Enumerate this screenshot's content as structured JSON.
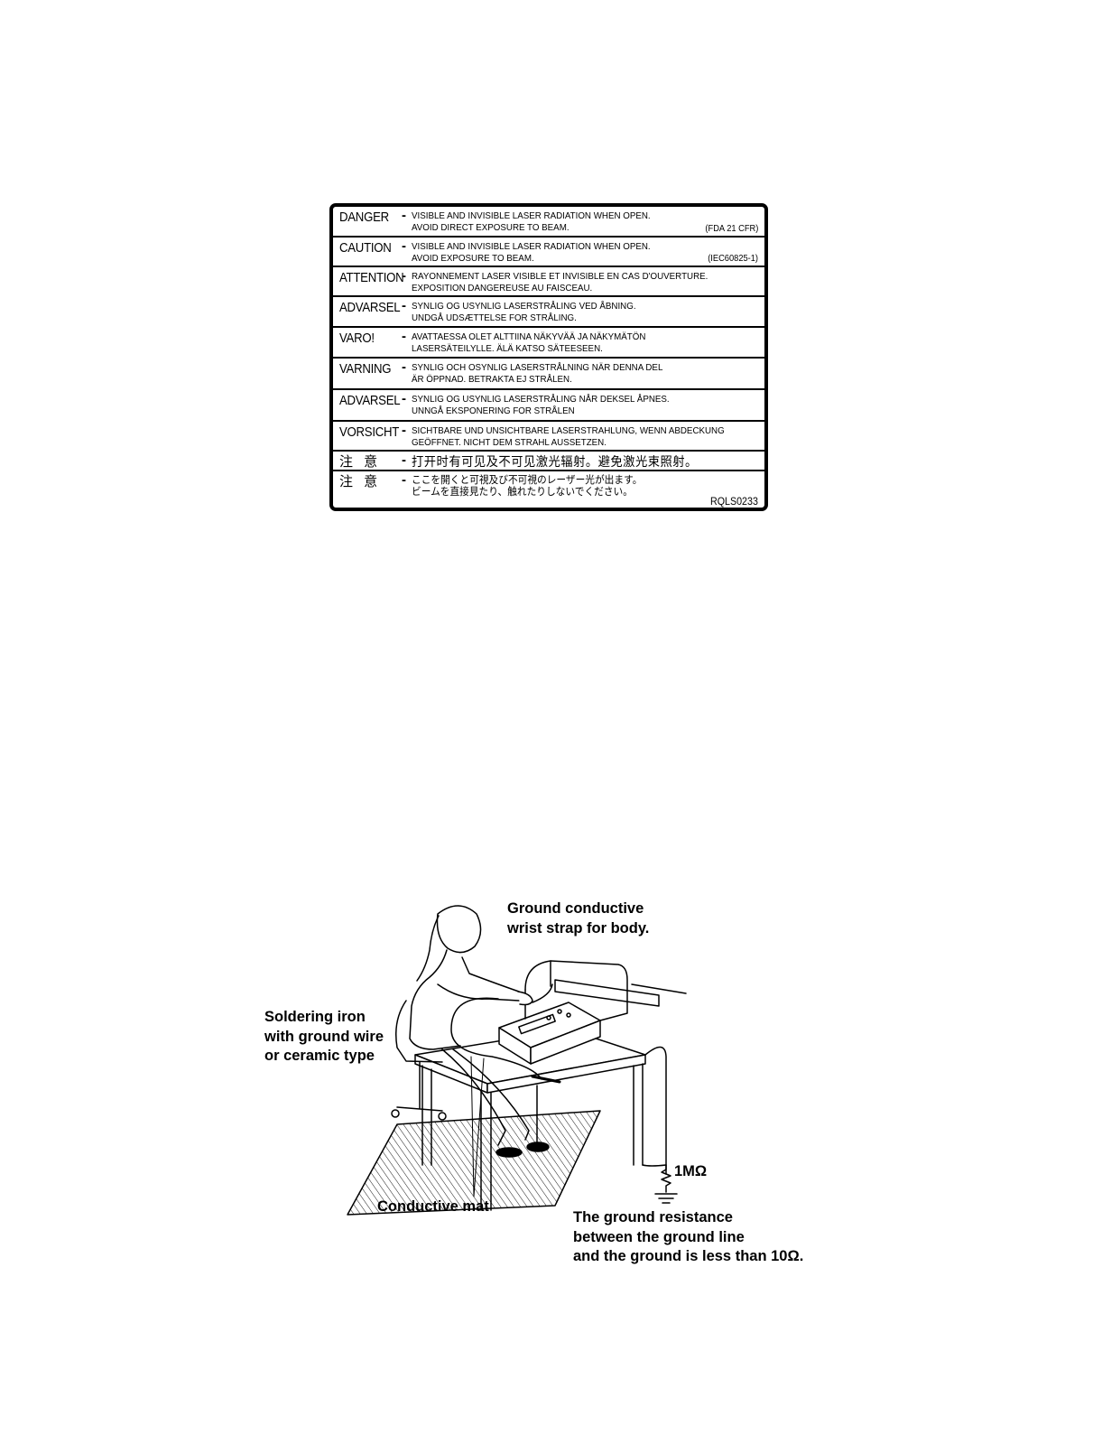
{
  "laser_label": {
    "rows": [
      {
        "keyword": "DANGER",
        "lines": [
          "VISIBLE AND INVISIBLE LASER RADIATION WHEN OPEN.",
          "AVOID DIRECT EXPOSURE TO BEAM."
        ],
        "ref": "(FDA 21 CFR)"
      },
      {
        "keyword": "CAUTION",
        "lines": [
          "VISIBLE AND INVISIBLE LASER RADIATION WHEN OPEN.",
          "AVOID EXPOSURE TO BEAM."
        ],
        "ref": "(IEC60825-1)"
      },
      {
        "keyword": "ATTENTION",
        "lines": [
          "RAYONNEMENT LASER VISIBLE ET INVISIBLE EN CAS D'OUVERTURE.",
          "EXPOSITION DANGEREUSE AU FAISCEAU."
        ],
        "ref": ""
      },
      {
        "keyword": "ADVARSEL",
        "lines": [
          "SYNLIG OG USYNLIG LASERSTRÅLING VED ÅBNING.",
          "UNDGÅ UDSÆTTELSE FOR STRÅLING."
        ],
        "ref": ""
      },
      {
        "keyword": "VARO!",
        "lines": [
          "AVATTAESSA OLET ALTTIINA NÄKYVÄÄ JA NÄKYMÄTÖN",
          "LASERSÄTEILYLLE. ÄLÄ KATSO SÄTEESEEN."
        ],
        "ref": ""
      },
      {
        "keyword": "VARNING",
        "lines": [
          "SYNLIG OCH OSYNLIG LASERSTRÅLNING NÄR DENNA DEL",
          "ÄR ÖPPNAD. BETRAKTA EJ STRÅLEN."
        ],
        "ref": ""
      },
      {
        "keyword": "ADVARSEL",
        "lines": [
          "SYNLIG OG USYNLIG LASERSTRÅLING NÅR DEKSEL ÅPNES.",
          "UNNGÅ EKSPONERING FOR STRÅLEN"
        ],
        "ref": ""
      },
      {
        "keyword": "VORSICHT",
        "lines": [
          "SICHTBARE UND UNSICHTBARE LASERSTRAHLUNG, WENN ABDECKUNG",
          "GEÖFFNET. NICHT DEM STRAHL AUSSETZEN."
        ],
        "ref": ""
      },
      {
        "keyword": "注 意",
        "lines": [
          "打开时有可见及不可见激光辐射。避免激光束照射。"
        ],
        "ref": ""
      },
      {
        "keyword": "注 意",
        "lines": [
          "ここを開くと可視及び不可視のレーザー光が出ます。",
          "ビームを直接見たり、触れたりしないでください。"
        ],
        "ref": "RQLS0233"
      }
    ]
  },
  "esd_figure": {
    "callout_wrist": [
      "Ground conductive",
      "wrist strap for body."
    ],
    "callout_iron": [
      "Soldering iron",
      "with ground wire",
      "or ceramic type"
    ],
    "callout_mat": "Conductive mat",
    "callout_resistor": "1MΩ",
    "callout_ground": [
      "The ground resistance",
      "between the ground line",
      "and the ground is less than 10Ω."
    ]
  }
}
